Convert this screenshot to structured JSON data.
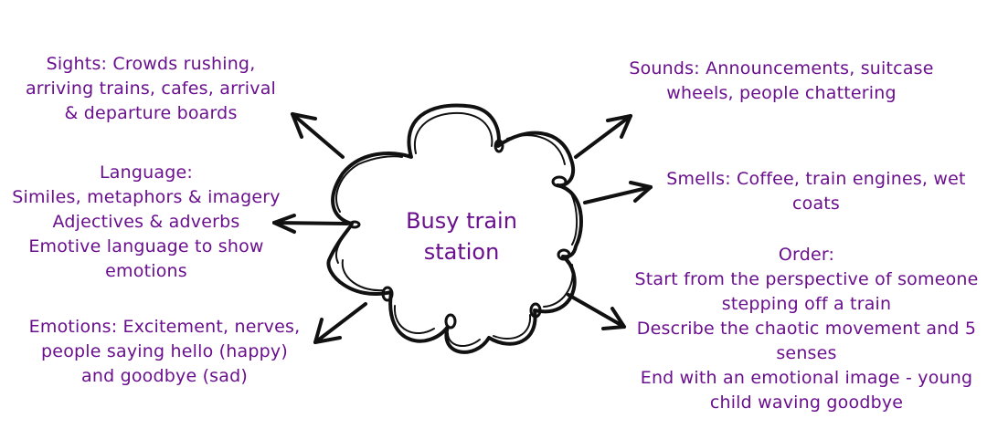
{
  "center": {
    "lines": [
      "Busy train",
      "station"
    ]
  },
  "nodes": {
    "sights": [
      "Sights: Crowds rushing,",
      "arriving trains, cafes, arrival",
      "& departure boards"
    ],
    "language": [
      "Language:",
      "Similes, metaphors & imagery",
      "Adjectives & adverbs",
      "Emotive language to show",
      "emotions"
    ],
    "emotions": [
      "Emotions: Excitement, nerves,",
      "people saying hello (happy)",
      "and goodbye (sad)"
    ],
    "sounds": [
      "Sounds: Announcements, suitcase",
      "wheels, people chattering"
    ],
    "smells": [
      "Smells: Coffee, train engines, wet",
      "coats"
    ],
    "order": [
      "Order:",
      "Start from the perspective of someone",
      "stepping off a train",
      "Describe the chaotic movement and 5",
      "senses",
      "End with an emotional image - young",
      "child waving goodbye"
    ]
  },
  "colors": {
    "text": "#6a0f8e",
    "ink": "#111111"
  }
}
